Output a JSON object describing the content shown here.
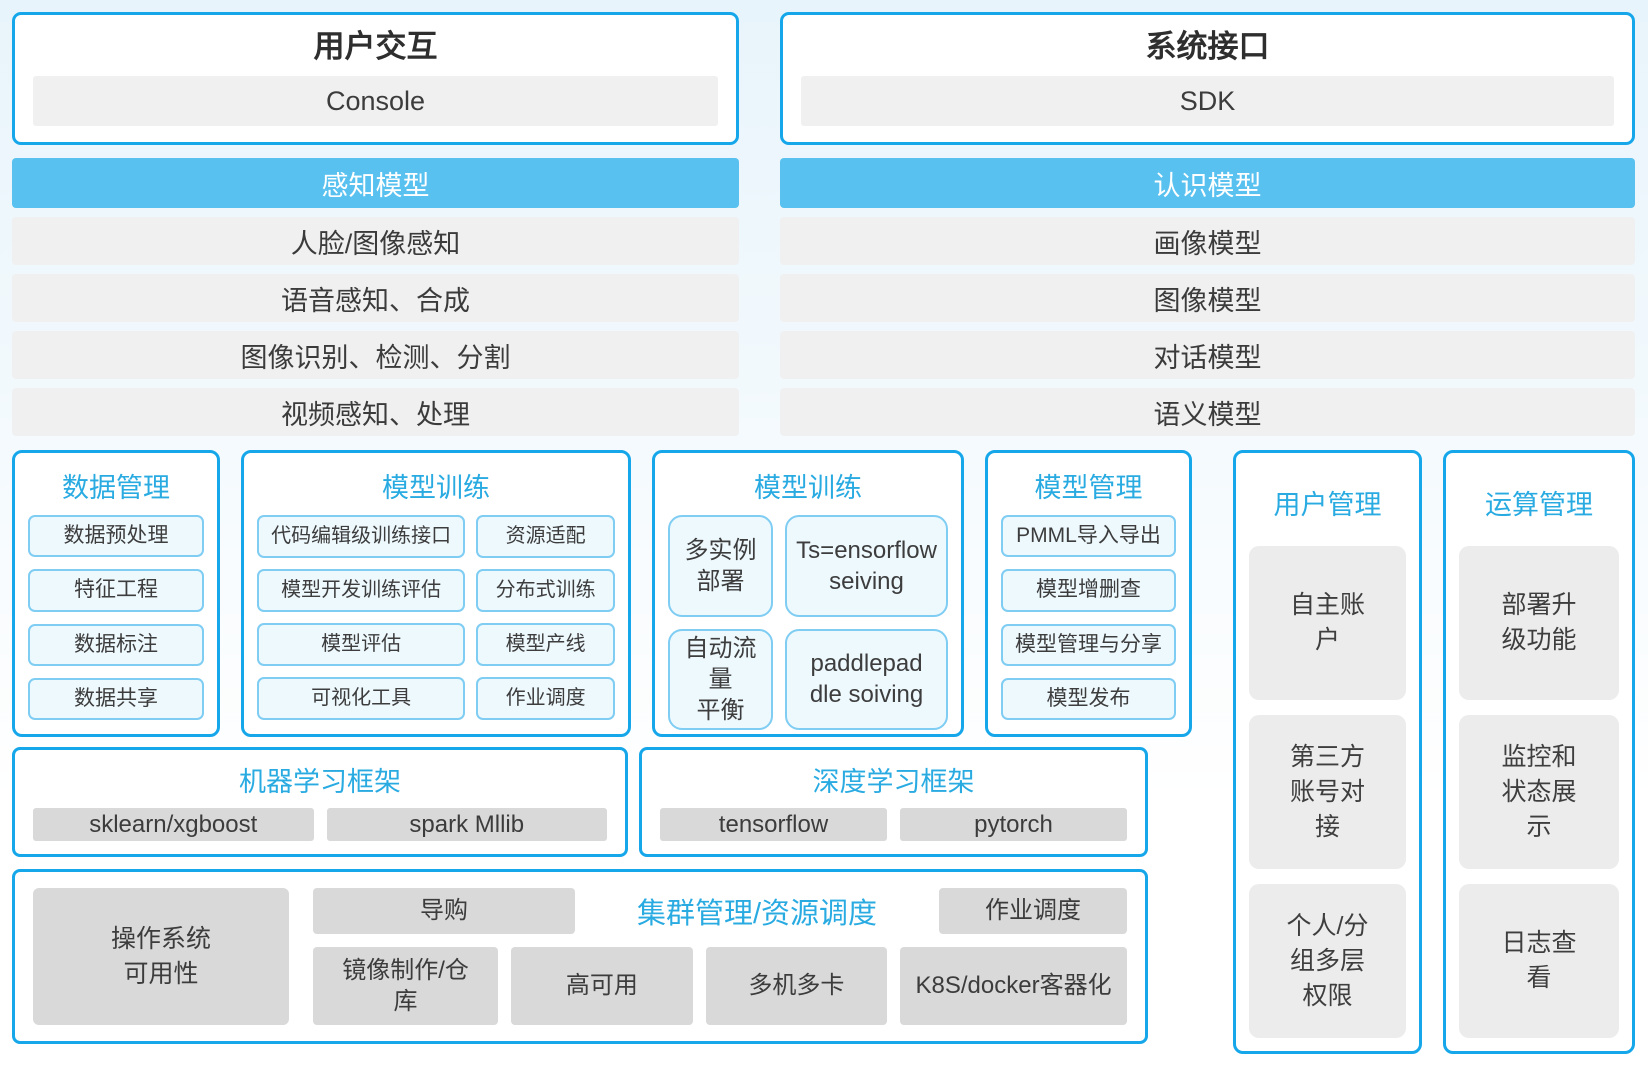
{
  "top": {
    "user_interaction": {
      "title": "用户交互",
      "item": "Console"
    },
    "system_interface": {
      "title": "系统接口",
      "item": "SDK"
    }
  },
  "model_columns": {
    "perception": {
      "header": "感知模型",
      "rows": [
        "人脸/图像感知",
        "语音感知、合成",
        "图像识别、检测、分割",
        "视频感知、处理"
      ]
    },
    "recognition": {
      "header": "认识模型",
      "rows": [
        "画像模型",
        "图像模型",
        "对话模型",
        "语义模型"
      ]
    }
  },
  "middle": {
    "data_management": {
      "title": "数据管理",
      "items": [
        "数据预处理",
        "特征工程",
        "数据标注",
        "数据共享"
      ]
    },
    "model_training_1": {
      "title": "模型训练",
      "items": [
        "代码编辑级训练接口",
        "资源适配",
        "模型开发训练评估",
        "分布式训练",
        "模型评估",
        "模型产线",
        "可视化工具",
        "作业调度"
      ]
    },
    "model_training_2": {
      "title": "模型训练",
      "items": [
        "多实例\n部署",
        "Ts=ensorflow\nseiving",
        "自动流量\n平衡",
        "paddlepad\ndle soiving"
      ]
    },
    "model_management": {
      "title": "模型管理",
      "items": [
        "PMML导入导出",
        "模型增删查",
        "模型管理与分享",
        "模型发布"
      ]
    }
  },
  "right_columns": {
    "user_management": {
      "title": "用户管理",
      "items": [
        "自主账\n户",
        "第三方\n账号对\n接",
        "个人/分\n组多层\n权限"
      ]
    },
    "compute_management": {
      "title": "运算管理",
      "items": [
        "部署升\n级功能",
        "监控和\n状态展\n示",
        "日志查\n看"
      ]
    }
  },
  "frameworks": {
    "ml": {
      "title": "机器学习框架",
      "items": [
        "sklearn/xgboost",
        "spark Mllib"
      ]
    },
    "dl": {
      "title": "深度学习框架",
      "items": [
        "tensorflow",
        "pytorch"
      ]
    }
  },
  "cluster": {
    "title": "集群管理/资源调度",
    "left_item": "操作系统\n可用性",
    "row1": [
      "导购",
      "作业调度"
    ],
    "row2": [
      "镜像制作/仓\n库",
      "高可用",
      "多机多卡",
      "K8S/docker客器化"
    ]
  },
  "colors": {
    "border_blue": "#16a7ea",
    "header_fill_blue": "#58c1ef",
    "title_text_blue": "#29abe2",
    "light_tile_fill": "#eef9fe",
    "light_tile_border": "#7fcdf3",
    "gray_row": "#f0f0f1",
    "gray_item_dark": "#d9d9d9",
    "gray_item_light": "#ececec",
    "text_dark": "#3c3c3c"
  }
}
